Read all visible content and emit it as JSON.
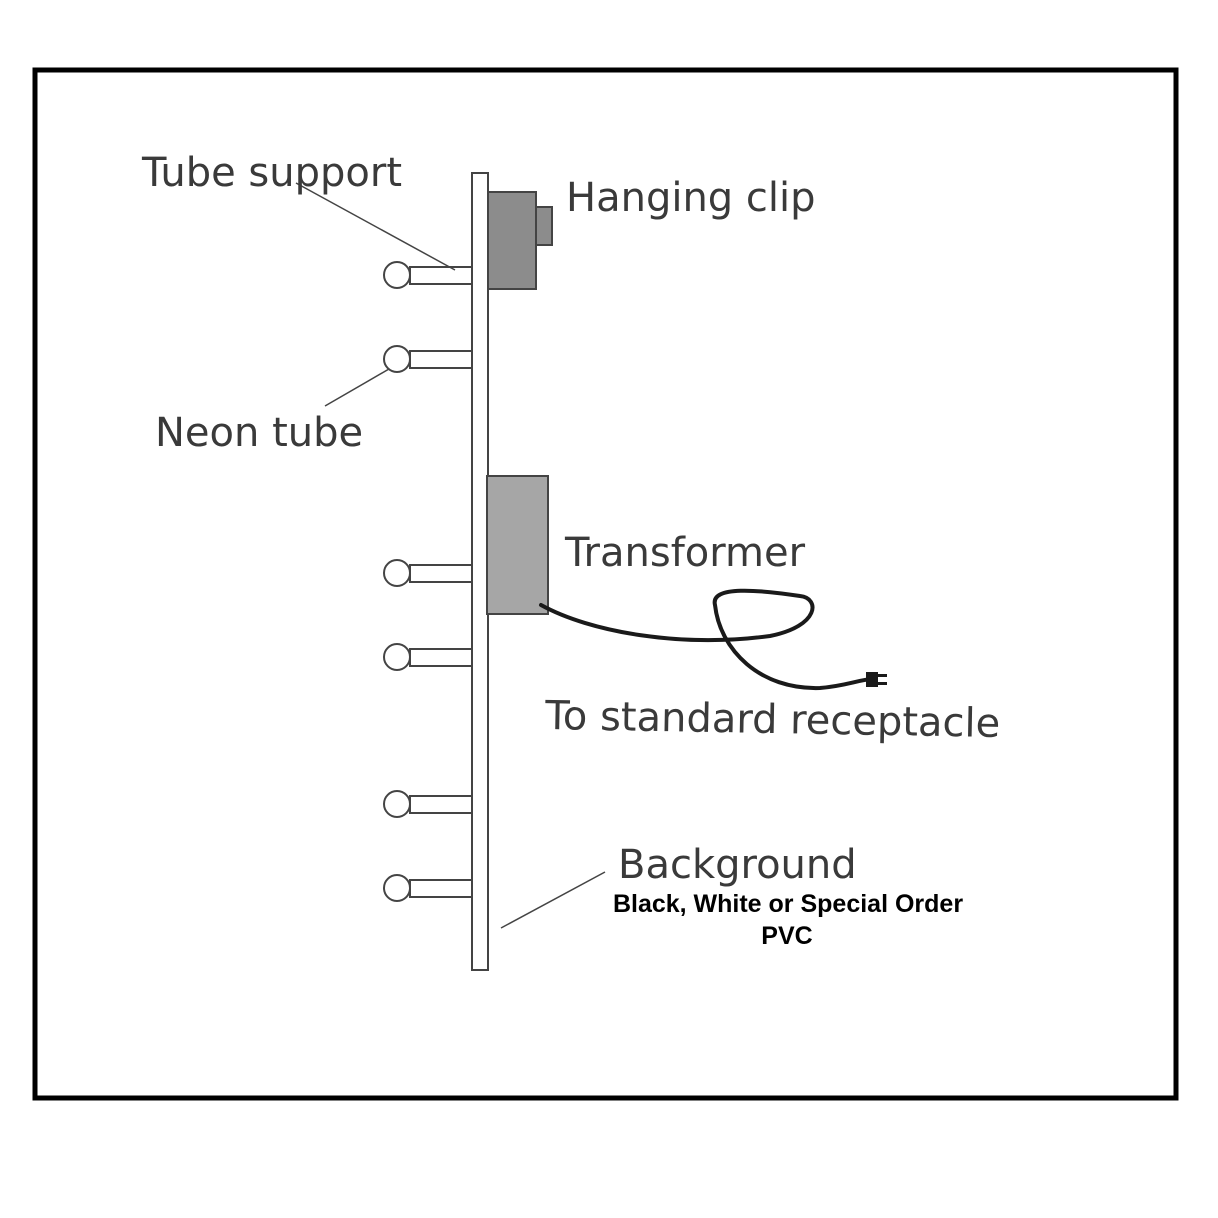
{
  "labels": {
    "tube_support": "Tube support",
    "hanging_clip": "Hanging clip",
    "neon_tube": "Neon tube",
    "transformer": "Transformer",
    "receptacle": "To standard receptacle",
    "background": "Background",
    "background_options": "Black, White or Special Order",
    "background_material": "PVC"
  },
  "colors": {
    "frame": "#000000",
    "line": "#444444",
    "clip_fill": "#8c8c8c",
    "transformer_fill": "#a6a6a6",
    "text": "#3a3a3a"
  }
}
